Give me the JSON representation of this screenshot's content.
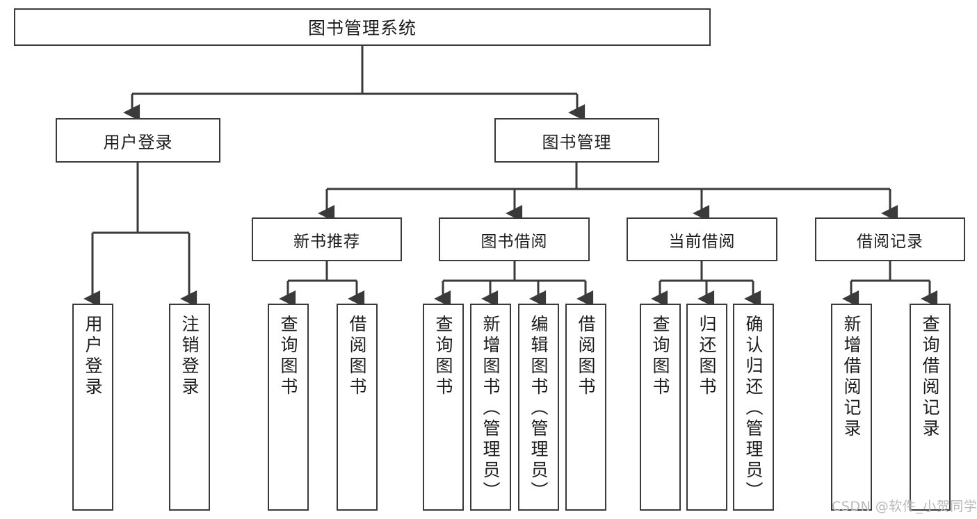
{
  "diagram": {
    "title": "图书管理系统",
    "type": "tree-hierarchy",
    "root": {
      "label": "图书管理系统",
      "children": [
        {
          "label": "用户登录",
          "children": [
            {
              "label": "用户登录"
            },
            {
              "label": "注销登录"
            }
          ]
        },
        {
          "label": "图书管理",
          "children": [
            {
              "label": "新书推荐",
              "children": [
                {
                  "label": "查询图书"
                },
                {
                  "label": "借阅图书"
                }
              ]
            },
            {
              "label": "图书借阅",
              "children": [
                {
                  "label": "查询图书"
                },
                {
                  "label": "新增图书（管理员）"
                },
                {
                  "label": "编辑图书（管理员）"
                },
                {
                  "label": "借阅图书"
                }
              ]
            },
            {
              "label": "当前借阅",
              "children": [
                {
                  "label": "查询图书"
                },
                {
                  "label": "归还图书"
                },
                {
                  "label": "确认归还（管理员）"
                }
              ]
            },
            {
              "label": "借阅记录",
              "children": [
                {
                  "label": "新增借阅记录"
                },
                {
                  "label": "查询借阅记录"
                }
              ]
            }
          ]
        }
      ]
    }
  },
  "watermark": {
    "text": "CSDN @软件_小贺同学"
  },
  "colors": {
    "box_border": "#3a3a3a",
    "box_fill": "#ffffff",
    "text": "#1b1b1b",
    "edge": "#3a3a3a",
    "watermark": "#b9b9b9",
    "background": "#ffffff"
  }
}
